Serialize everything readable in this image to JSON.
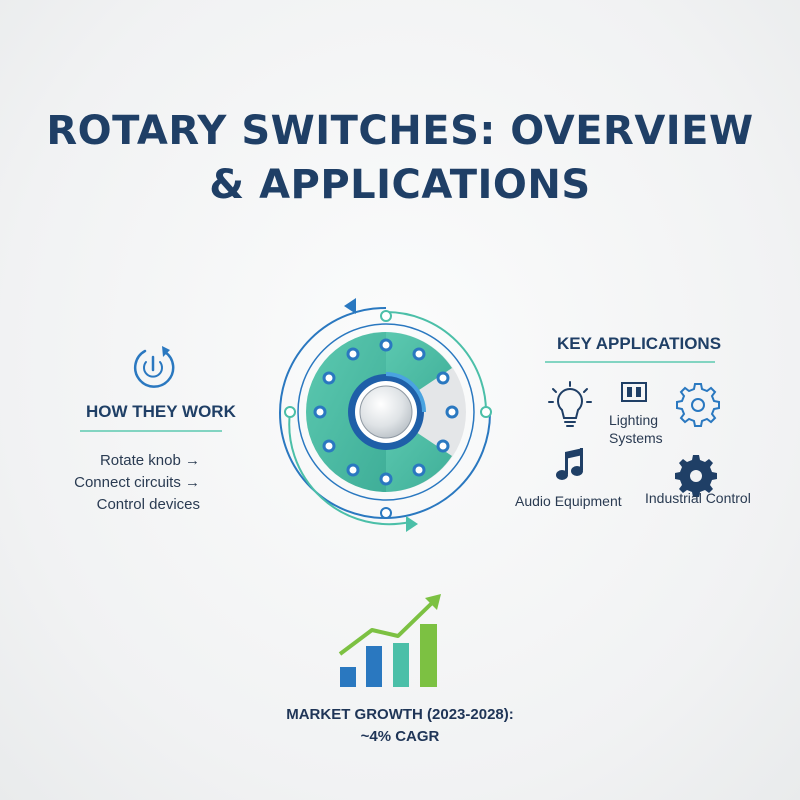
{
  "title": {
    "line1": "ROTARY SWITCHES: OVERVIEW",
    "line2": "& APPLICATIONS"
  },
  "how_they_work": {
    "heading": "HOW THEY WORK",
    "icon": "power-rotate-icon",
    "steps": [
      "Rotate knob →",
      "Connect circuits →",
      "Control devices"
    ]
  },
  "key_applications": {
    "heading": "KEY APPLICATIONS",
    "items": [
      {
        "label_line1": "Lighting",
        "label_line2": "Systems",
        "icon": "lightbulb-icon"
      },
      {
        "label": "Audio Equipment",
        "icon": "music-note-icon"
      },
      {
        "label": "Industrial Control",
        "icon": "gear-icon"
      }
    ]
  },
  "market": {
    "line1": "MARKET GROWTH (2023-2028):",
    "line2": "~4% CAGR"
  },
  "colors": {
    "navy": "#1f3f66",
    "blue": "#2a78c0",
    "teal": "#4bbfa8",
    "green": "#7cc142"
  }
}
